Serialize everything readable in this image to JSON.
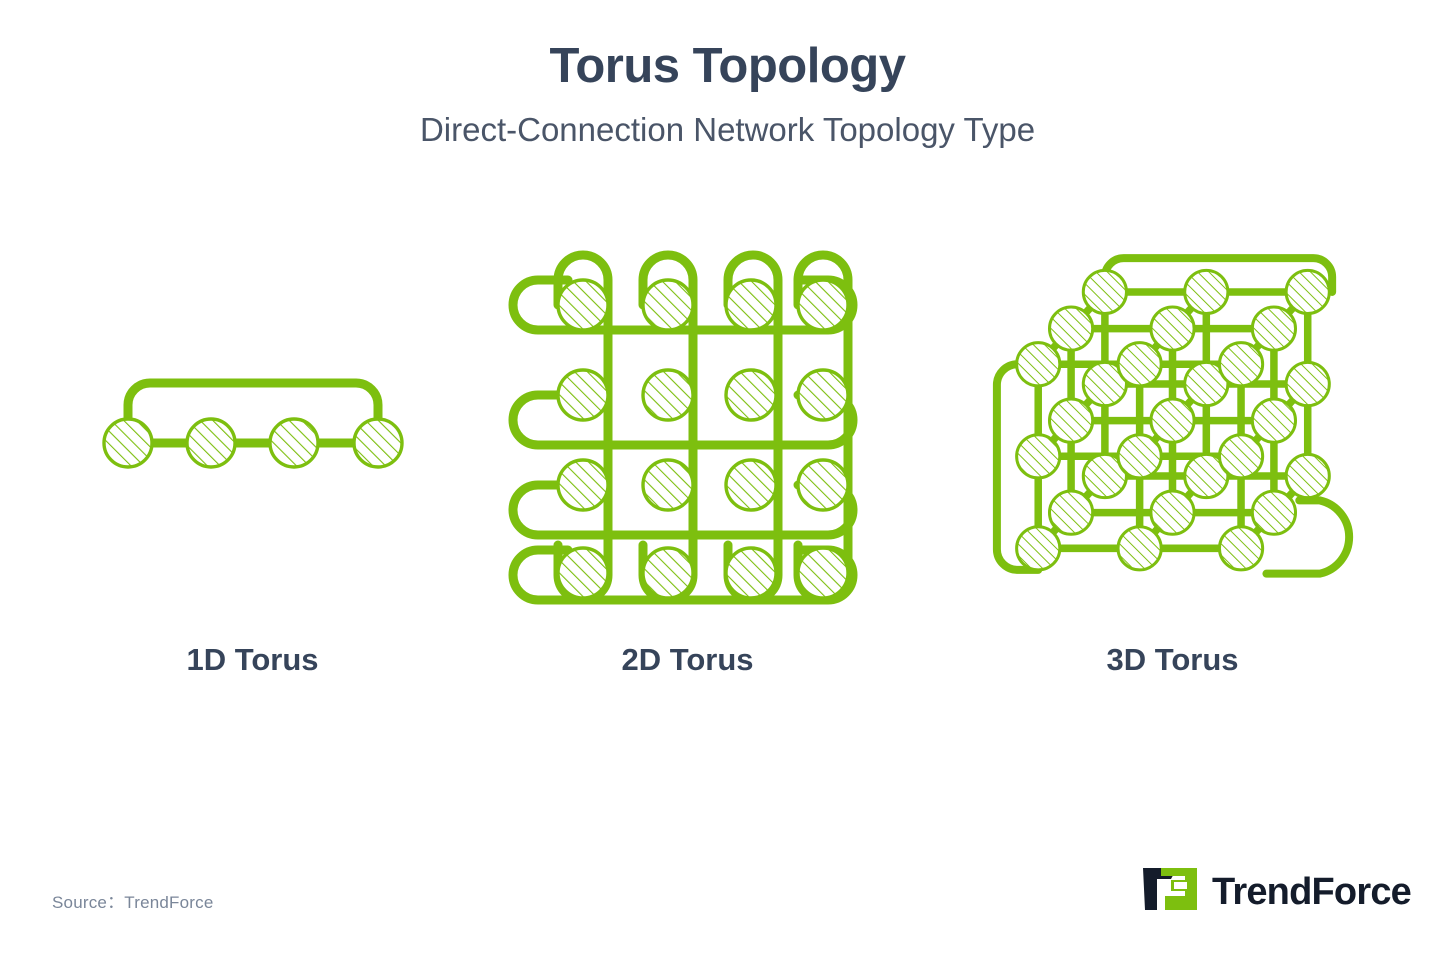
{
  "header": {
    "title": "Torus Topology",
    "subtitle": "Direct-Connection Network Topology Type"
  },
  "colors": {
    "accent_green": "#7DBF0F",
    "title_navy": "#36445A",
    "subtitle_slate": "#4A5568",
    "source_gray": "#7A8699",
    "brand_dark": "#141C2B",
    "background": "#FFFFFF"
  },
  "panels": [
    {
      "id": "1d",
      "label": "1D Torus",
      "node_count": 4,
      "description": "Four nodes in a line with a wrap-around ring link"
    },
    {
      "id": "2d",
      "label": "2D Torus",
      "node_count": 16,
      "description": "Four-by-four mesh grid with wrap-around links on all four edges"
    },
    {
      "id": "3d",
      "label": "3D Torus",
      "node_count": 27,
      "description": "Three-by-three-by-three isometric cube lattice with wrap-around links"
    }
  ],
  "footer": {
    "source": "Source：TrendForce",
    "brand_name": "TrendForce"
  }
}
